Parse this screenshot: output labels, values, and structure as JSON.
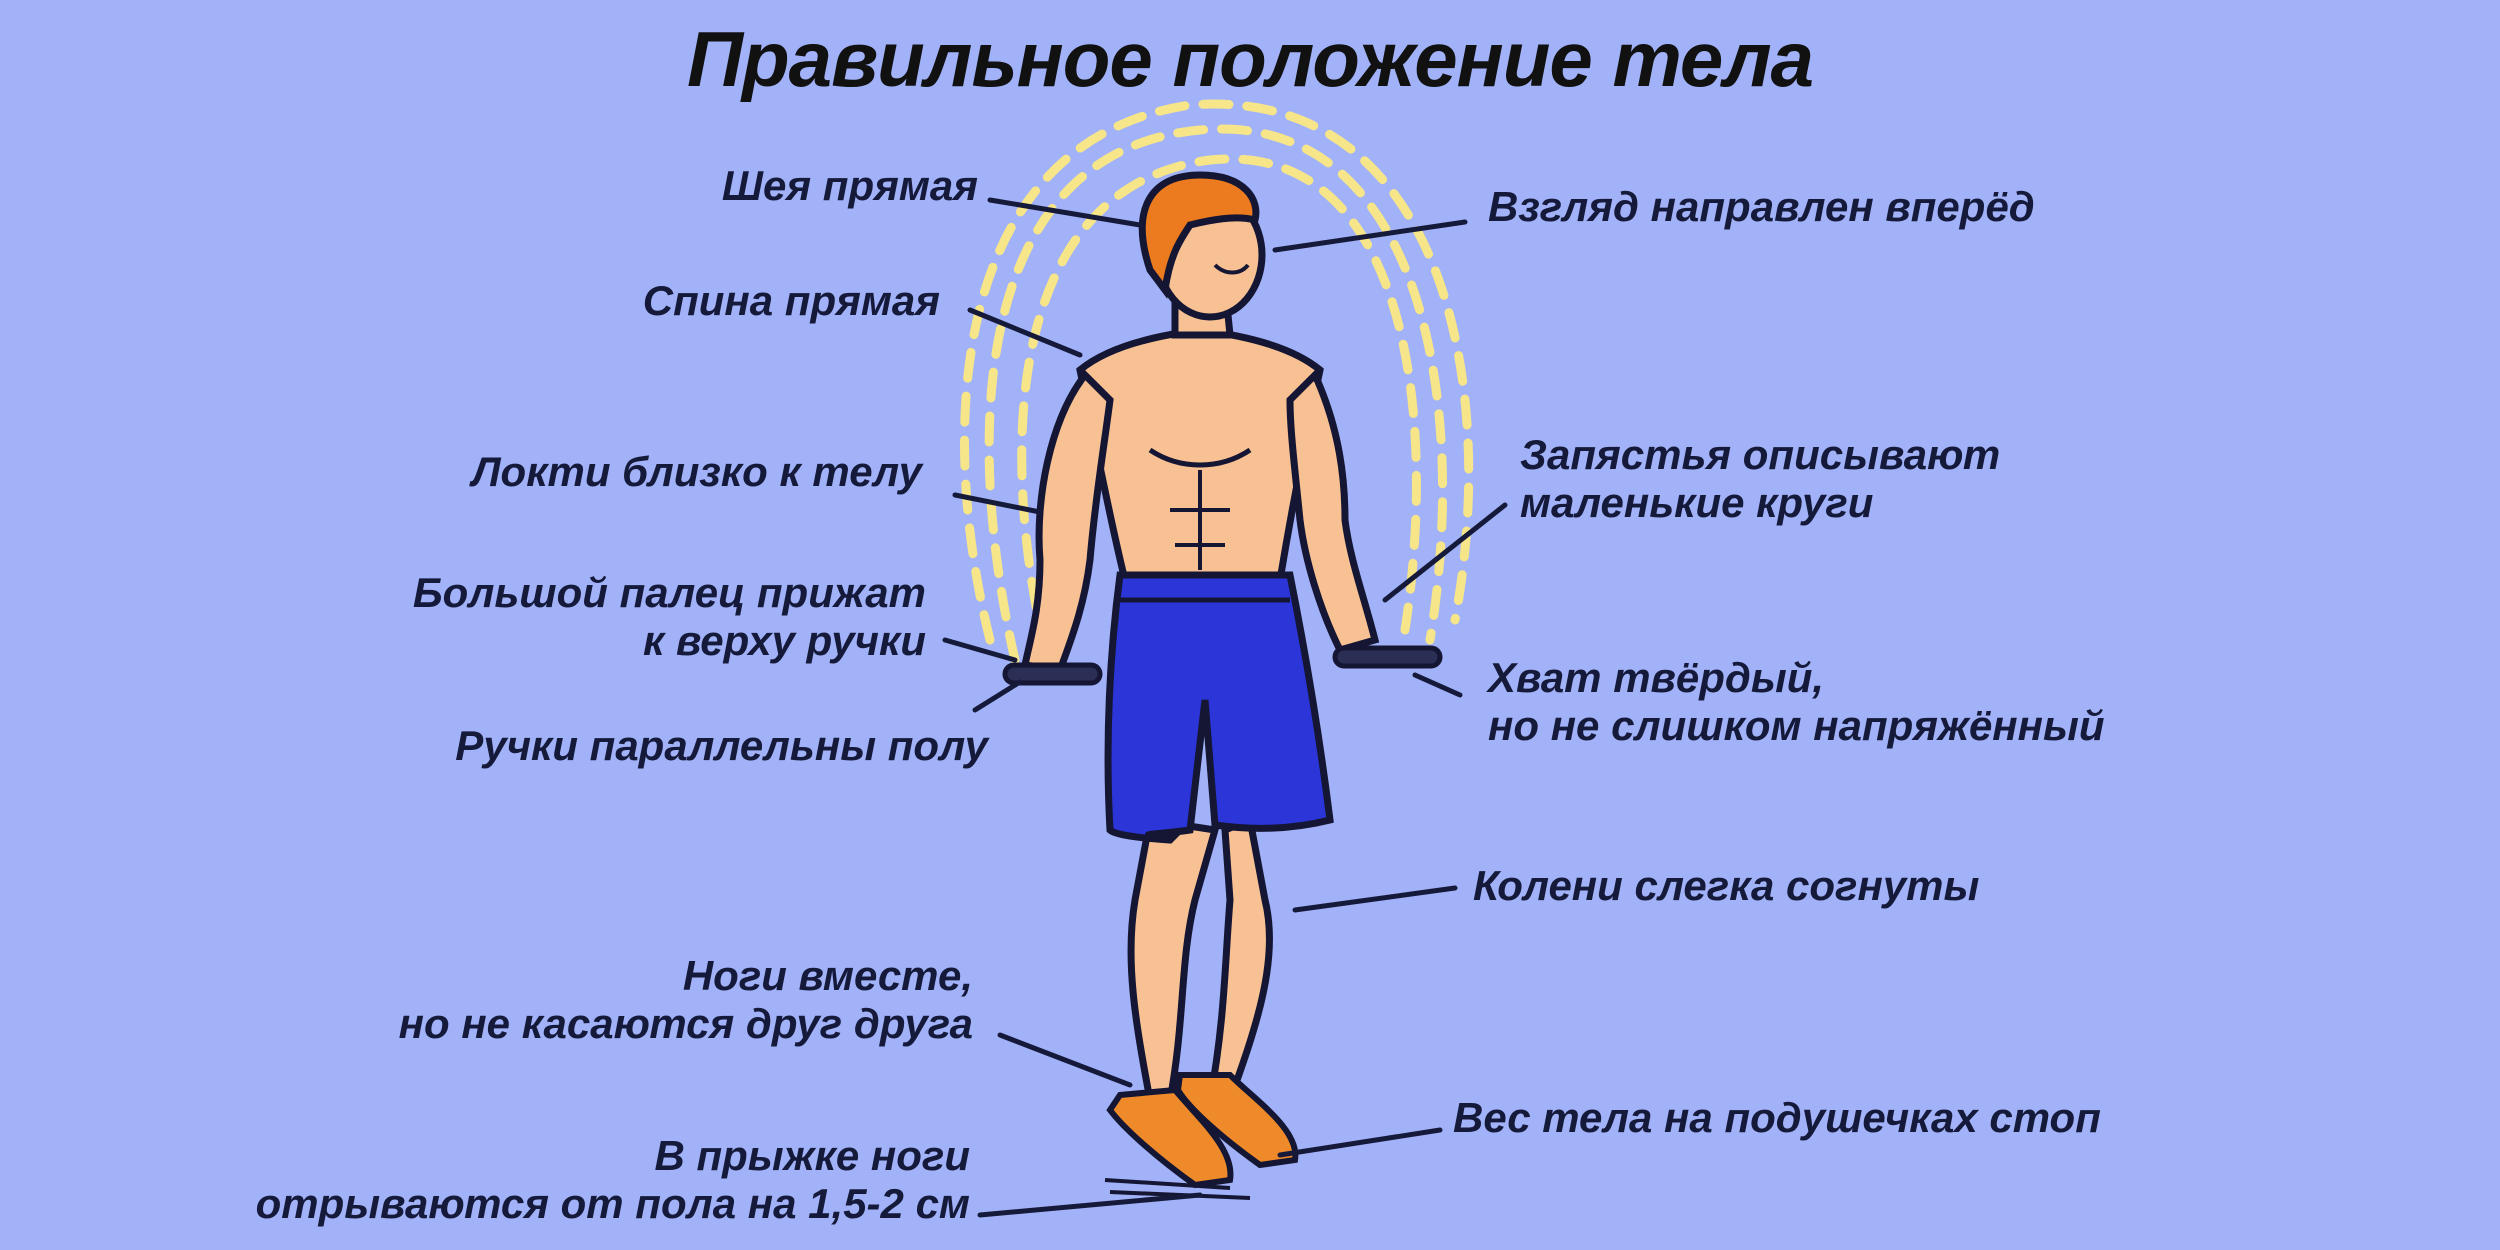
{
  "title": "Правильное положение тела",
  "colors": {
    "background": "#a1b2f8",
    "skin": "#f8c193",
    "hair": "#ec7a1e",
    "shorts": "#2b35d8",
    "shoes": "#ef8a2a",
    "rope": "#f7e58a",
    "outline": "#141633"
  },
  "labels": {
    "neck": "Шея прямая",
    "back": "Спина прямая",
    "elbows": "Локти близко к телу",
    "thumb": {
      "line1": "Большой палец прижат",
      "line2": "к верху ручки"
    },
    "handles": "Ручки параллельны полу",
    "feet": {
      "line1": "Ноги вместе,",
      "line2": "но не касаются друг друга"
    },
    "jump": {
      "line1": "В прыжке ноги",
      "line2": "отрываются от пола на 1,5-2 см"
    },
    "gaze": "Взгляд направлен вперёд",
    "wrists": {
      "line1": "Запястья описывают",
      "line2": "маленькие круги"
    },
    "grip": {
      "line1": "Хват твёрдый,",
      "line2": "но не слишком напряжённый"
    },
    "knees": "Колени слегка согнуты",
    "weight": "Вес тела на подушечках стоп"
  }
}
